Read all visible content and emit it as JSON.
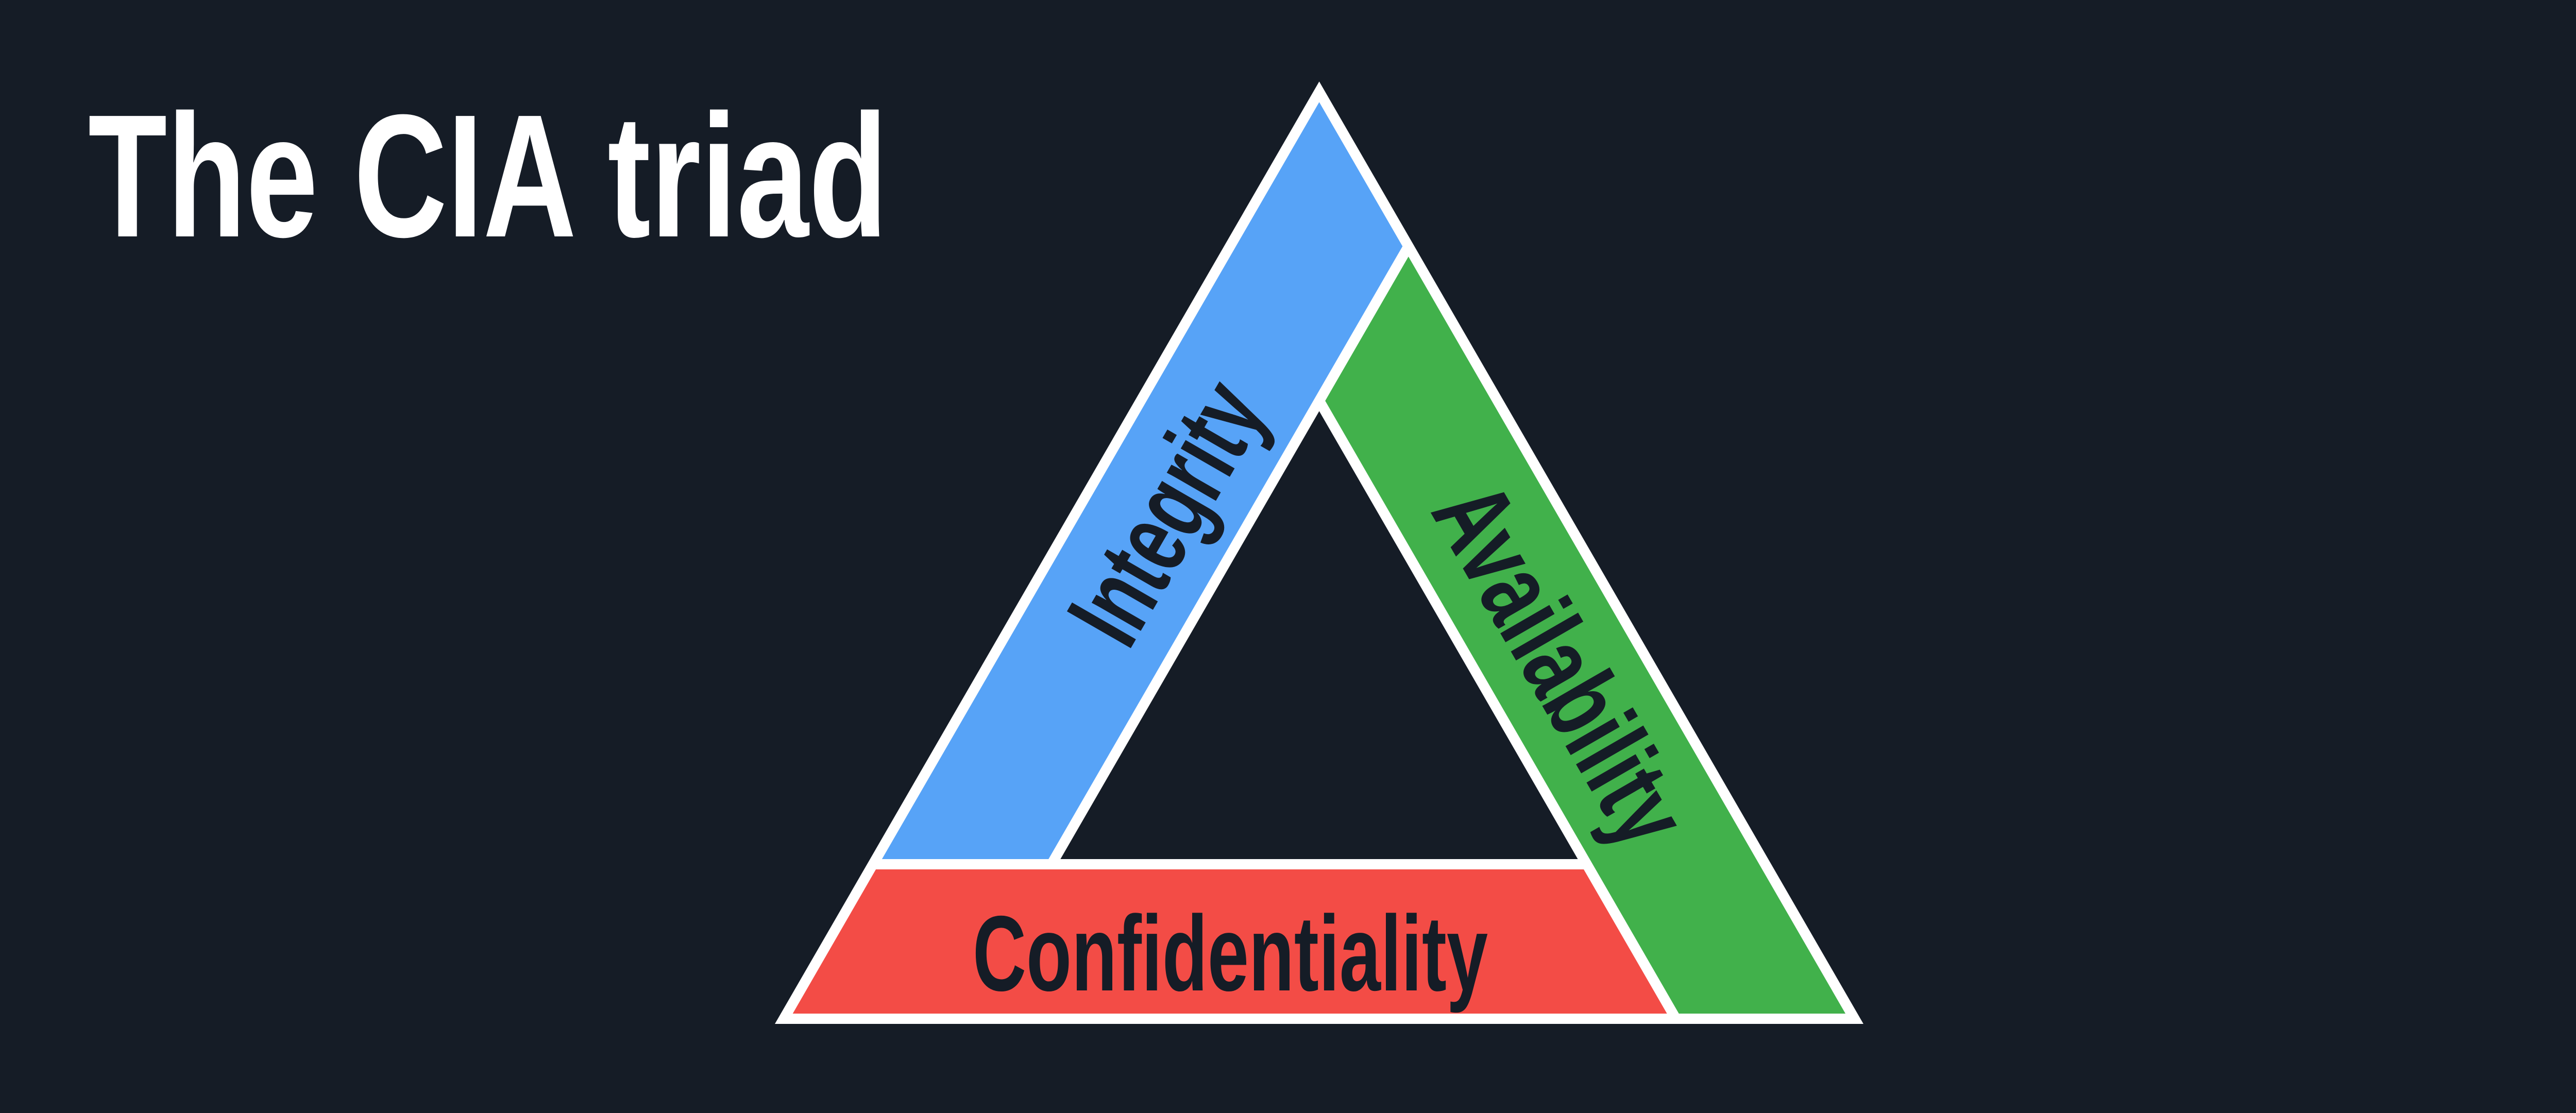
{
  "page": {
    "title": "The CIA triad"
  },
  "colors": {
    "background": "#151c26",
    "outline": "#ffffff",
    "title_text": "#ffffff",
    "band_label_text": "#151c26"
  },
  "triad": {
    "bands": [
      {
        "label": "Integrity",
        "color": "#57a3f7",
        "side": "left"
      },
      {
        "label": "Availability",
        "color": "#41b14b",
        "side": "right"
      },
      {
        "label": "Confidentiality",
        "color": "#f34c46",
        "side": "bottom"
      }
    ]
  }
}
